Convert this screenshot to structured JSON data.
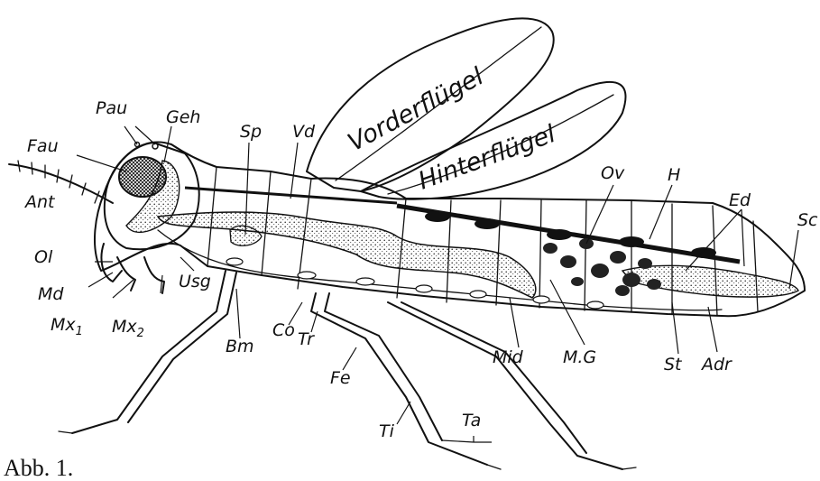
{
  "figure": {
    "caption": "Abb. 1.",
    "wing_labels": {
      "fore": "Vorderflügel",
      "hind": "Hinterflügel"
    },
    "labels": {
      "pau": "Pau",
      "geh": "Geh",
      "fau": "Fau",
      "ant": "Ant",
      "ol": "Ol",
      "md": "Md",
      "mx1": "Mx",
      "mx1_sub": "1",
      "mx2": "Mx",
      "mx2_sub": "2",
      "usg": "Usg",
      "sp": "Sp",
      "vd": "Vd",
      "bm": "Bm",
      "co": "Co",
      "tr": "Tr",
      "fe": "Fe",
      "ti": "Ti",
      "ta": "Ta",
      "ov": "Ov",
      "h": "H",
      "ed": "Ed",
      "sc": "Sc",
      "mid": "Mid",
      "mg": "M.G",
      "st": "St",
      "adr": "Adr"
    }
  }
}
